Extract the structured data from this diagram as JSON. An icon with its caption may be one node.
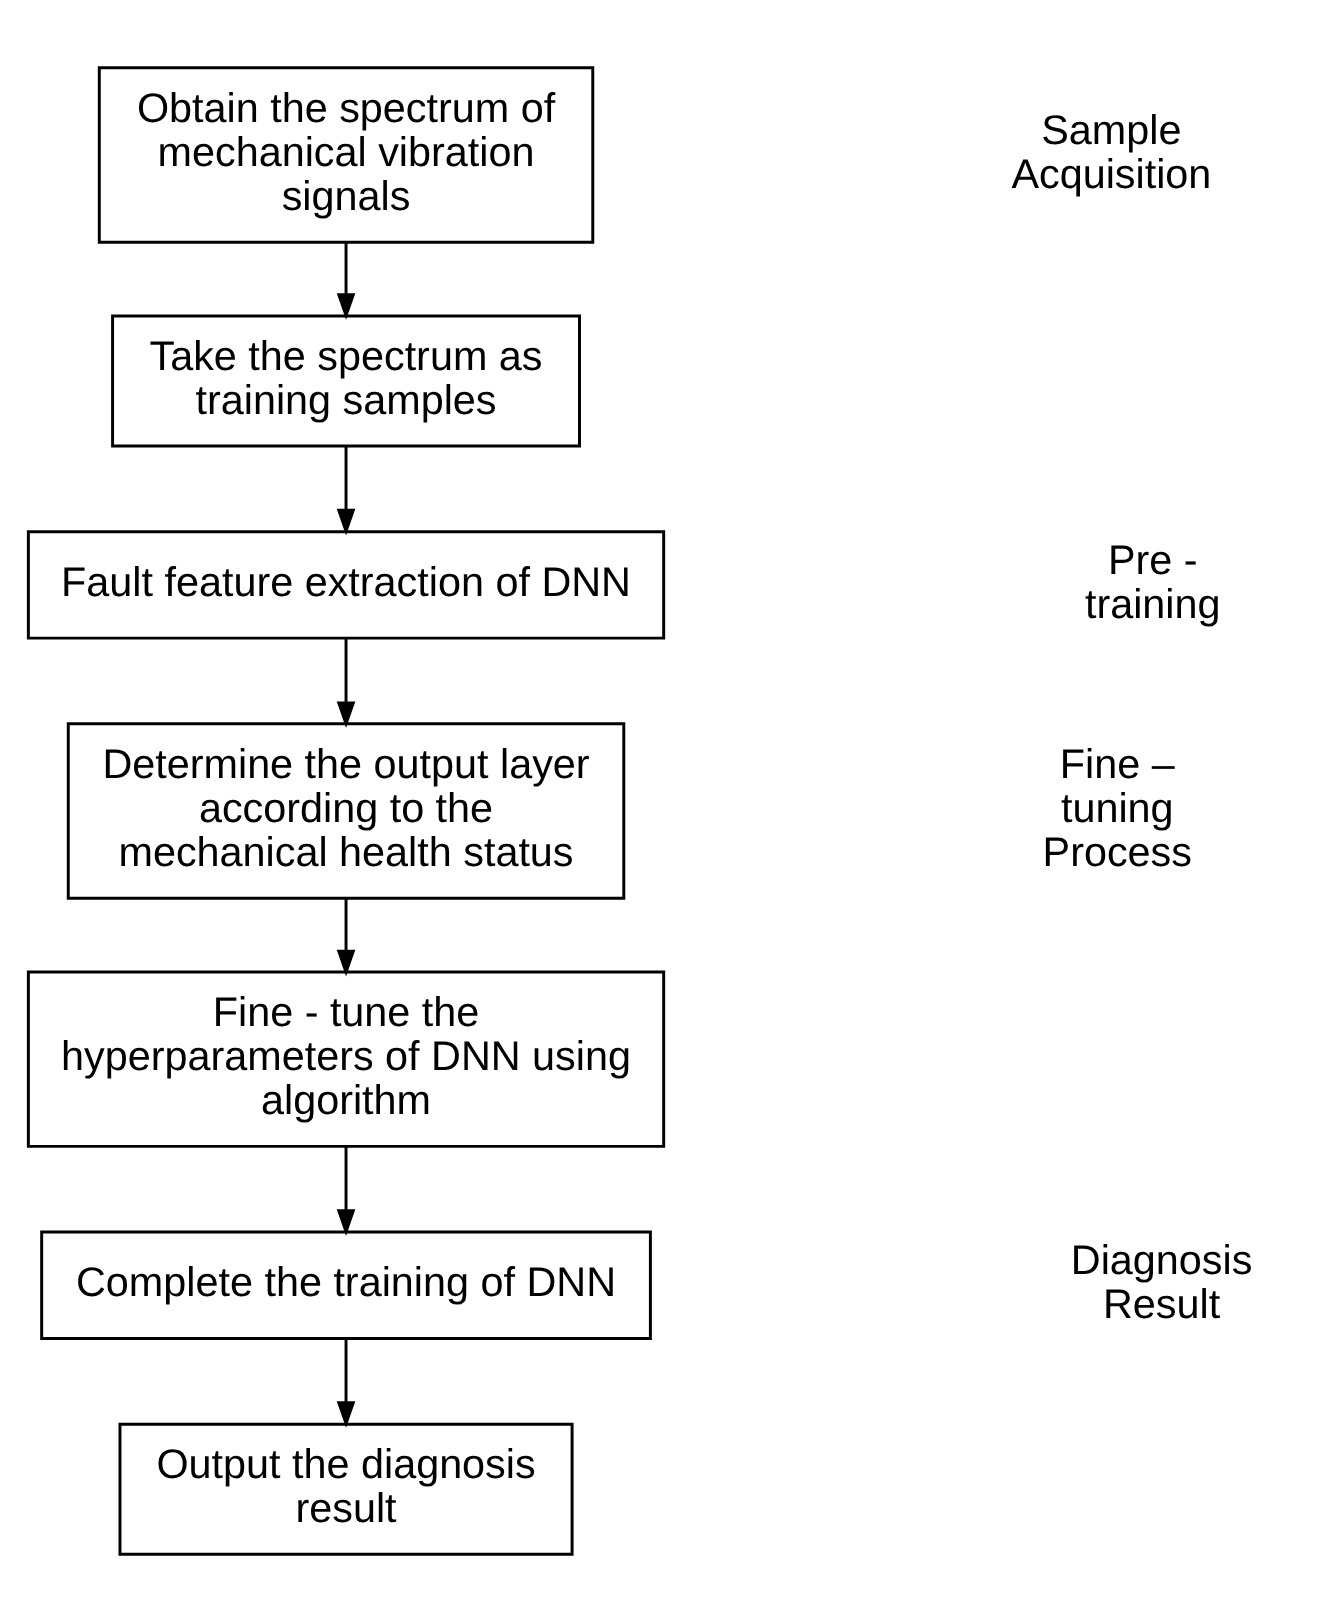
{
  "diagram": {
    "nodes": [
      {
        "text": [
          "Obtain the spectrum of mechanical vibration signals"
        ]
      },
      {
        "text": [
          "Take the spectrum as training samples"
        ]
      },
      {
        "text": [
          "Fault feature extraction of DNN"
        ]
      },
      {
        "text": [
          "Determine the output layer according to the mechanical health status"
        ]
      },
      {
        "text": [
          "Fine - tune the hyperparameters of DNN using algorithm"
        ]
      },
      {
        "text": [
          "Complete the training of DNN"
        ]
      },
      {
        "text": [
          "Output the diagnosis result"
        ]
      }
    ],
    "edges": [
      {
        "from": 0,
        "to": 1,
        "arrow": "to"
      },
      {
        "from": 1,
        "to": 2,
        "arrow": "to"
      },
      {
        "from": 2,
        "to": 3,
        "arrow": "to"
      },
      {
        "from": 3,
        "to": 4,
        "arrow": "to"
      },
      {
        "from": 4,
        "to": 5,
        "arrow": "to"
      },
      {
        "from": 5,
        "to": 6,
        "arrow": "to"
      }
    ],
    "labels": [
      "Sample Acquisition",
      "Pre - training",
      "Fine – tuning Process",
      "Diagnosis Result"
    ]
  }
}
